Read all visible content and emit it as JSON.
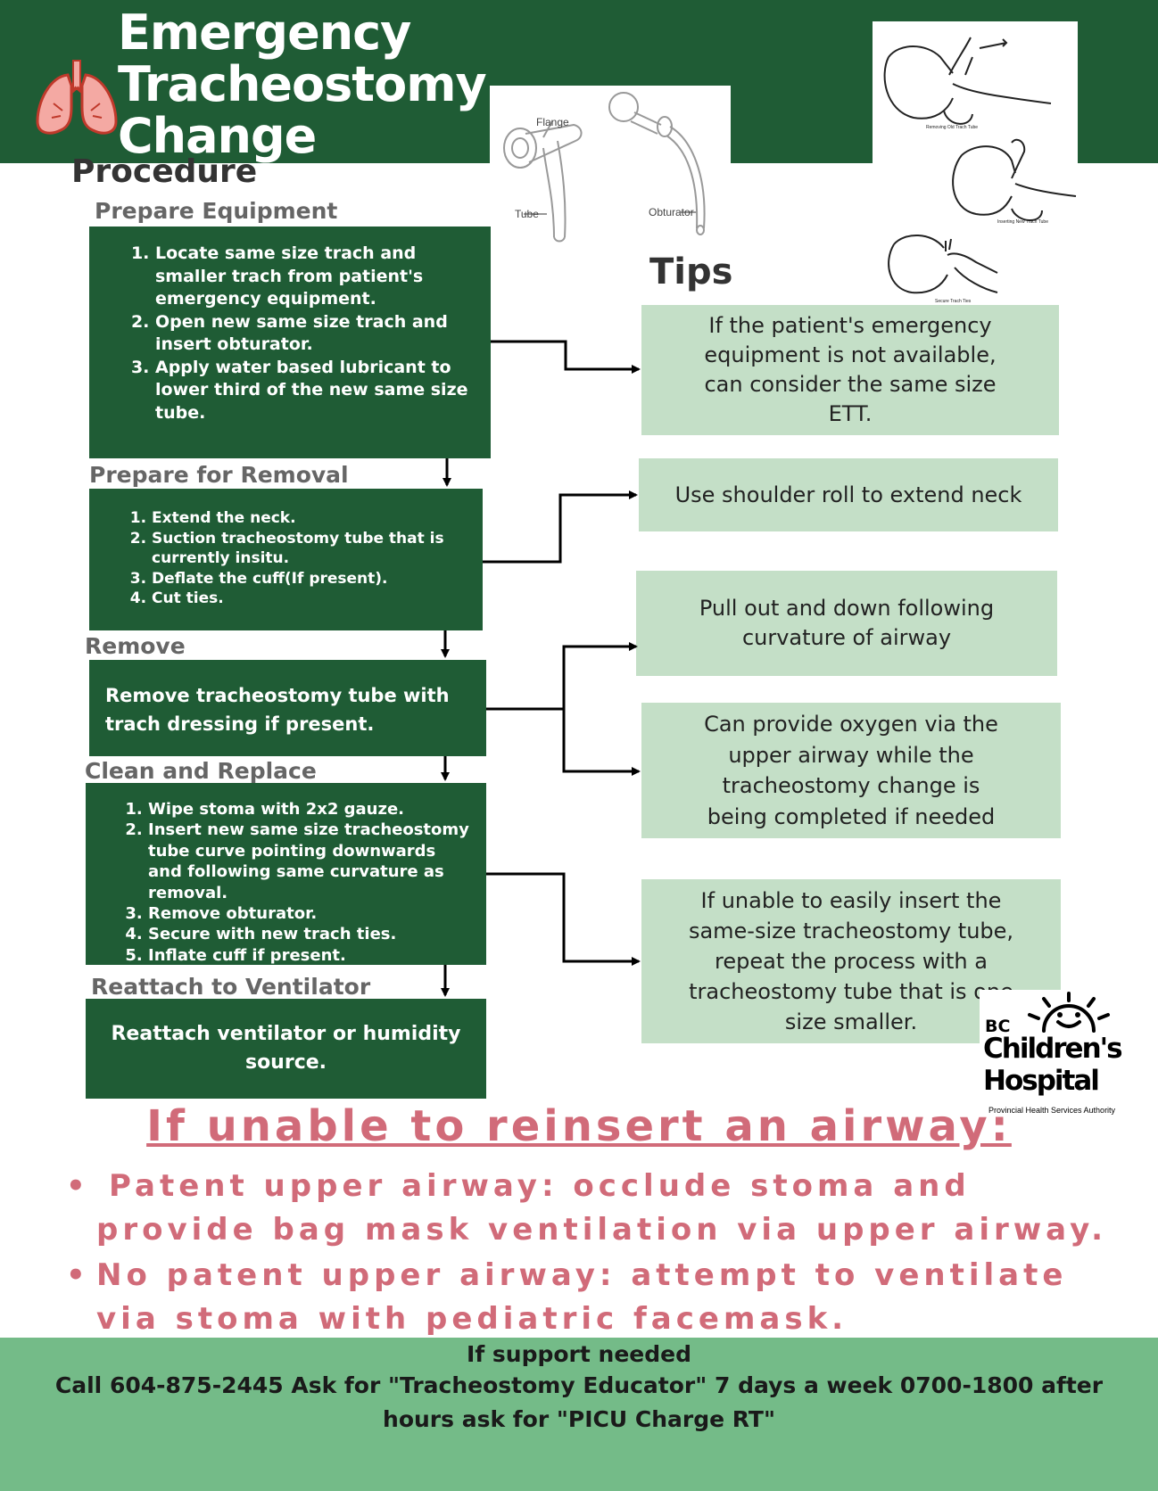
{
  "header": {
    "title_lines": [
      "Emergency",
      "Tracheostomy",
      "Change"
    ],
    "subtitle": "Procedure"
  },
  "tube_diagram": {
    "flange": "Flange",
    "tube": "Tube",
    "obturator": "Obturator"
  },
  "illustration_captions": [
    "Removing Old Trach Tube",
    "Inserting New Trach Tube",
    "Secure Trach Ties"
  ],
  "steps": [
    {
      "label": "Prepare Equipment",
      "items": [
        "Locate same size trach and smaller trach from patient's emergency equipment.",
        "Open new same size trach and insert obturator.",
        "Apply water based lubricant to lower third of the new same size tube."
      ]
    },
    {
      "label": "Prepare for Removal",
      "items": [
        "Extend the neck.",
        "Suction tracheostomy tube that is currently insitu.",
        "Deflate the cuff(If present).",
        "Cut ties."
      ]
    },
    {
      "label": "Remove",
      "text": "Remove tracheostomy tube with trach dressing if present."
    },
    {
      "label": "Clean and Replace",
      "items": [
        "Wipe  stoma  with 2x2 gauze.",
        "Insert new same size tracheostomy tube curve pointing downwards and following same curvature as removal.",
        "Remove obturator.",
        "Secure with new trach ties.",
        "Inflate cuff if present."
      ]
    },
    {
      "label": "Reattach to Ventilator",
      "text": "Reattach ventilator or humidity source."
    }
  ],
  "tips_title": "Tips",
  "tips": [
    "If the patient's emergency equipment is not available, can consider the same size ETT.",
    "Use shoulder roll to extend neck",
    "Pull out and down following curvature of airway",
    "Can provide oxygen via the upper airway while the tracheostomy change is being completed if needed",
    "If unable to easily insert the same-size tracheostomy tube, repeat the process with a tracheostomy tube that is one size smaller."
  ],
  "logo": {
    "bc": "BC",
    "line1": "Children's",
    "line2": "Hospital",
    "tagline": "Provincial Health Services Authority"
  },
  "warning": {
    "title": "If unable to reinsert an airway:",
    "bullets": [
      "Patent upper airway: occlude stoma and provide bag mask ventilation via upper airway.",
      "No patent upper airway: attempt to ventilate via stoma with pediatric facemask."
    ]
  },
  "footer": {
    "line1": "If support needed",
    "line2": "Call 604-875-2445 Ask for \"Tracheostomy Educator\" 7 days a week 0700-1800 after hours ask for \"PICU Charge RT\""
  },
  "colors": {
    "dark_green": "#1f5c35",
    "tip_green": "#c4dfc7",
    "footer_green": "#74bb88",
    "warning_pink": "#d16b79"
  }
}
